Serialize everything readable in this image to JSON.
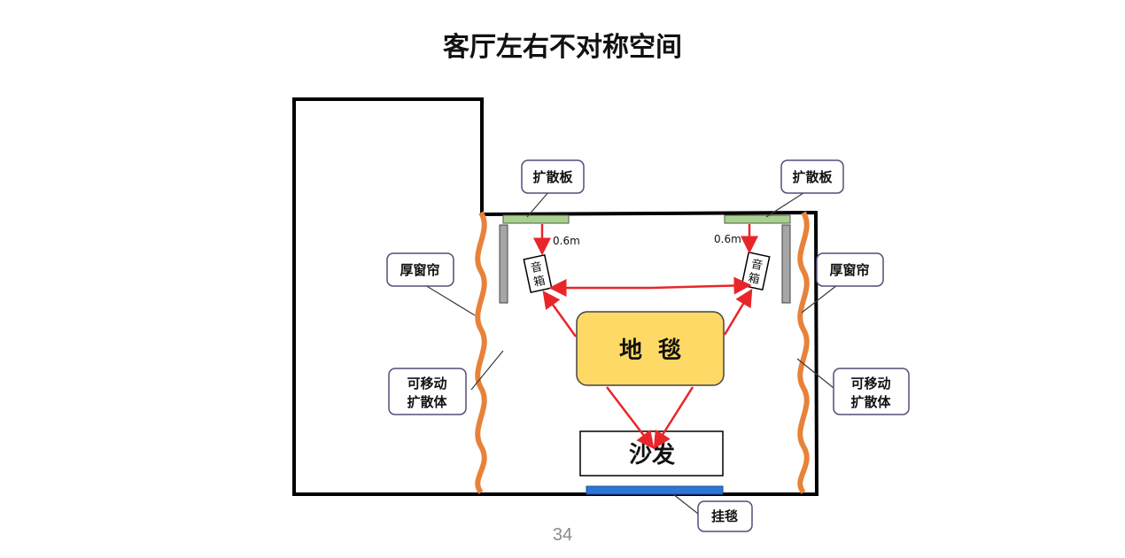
{
  "page": {
    "title": "客厅左右不对称空间",
    "page_number": "34"
  },
  "diagram": {
    "labels": {
      "diffuser_left": "扩散板",
      "diffuser_right": "扩散板",
      "distance_left": "0.6m",
      "distance_right": "0.6m",
      "speaker_left_line1": "音",
      "speaker_left_line2": "箱",
      "speaker_right_line1": "音",
      "speaker_right_line2": "箱",
      "curtain_left": "厚窗帘",
      "curtain_right": "厚窗帘",
      "movable_left_line1": "可移动",
      "movable_left_line2": "扩散体",
      "movable_right_line1": "可移动",
      "movable_right_line2": "扩散体",
      "rug": "地  毯",
      "sofa": "沙发",
      "tapestry": "挂毯"
    },
    "colors": {
      "wall": "#000000",
      "curtain": "#e8823a",
      "diffuser": "#a9d18e",
      "side_panel": "#a6a6a6",
      "rug_fill": "#ffd966",
      "tapestry": "#2e75d6",
      "arrow": "#e8262a",
      "callout_border": "#5a4a78"
    }
  }
}
